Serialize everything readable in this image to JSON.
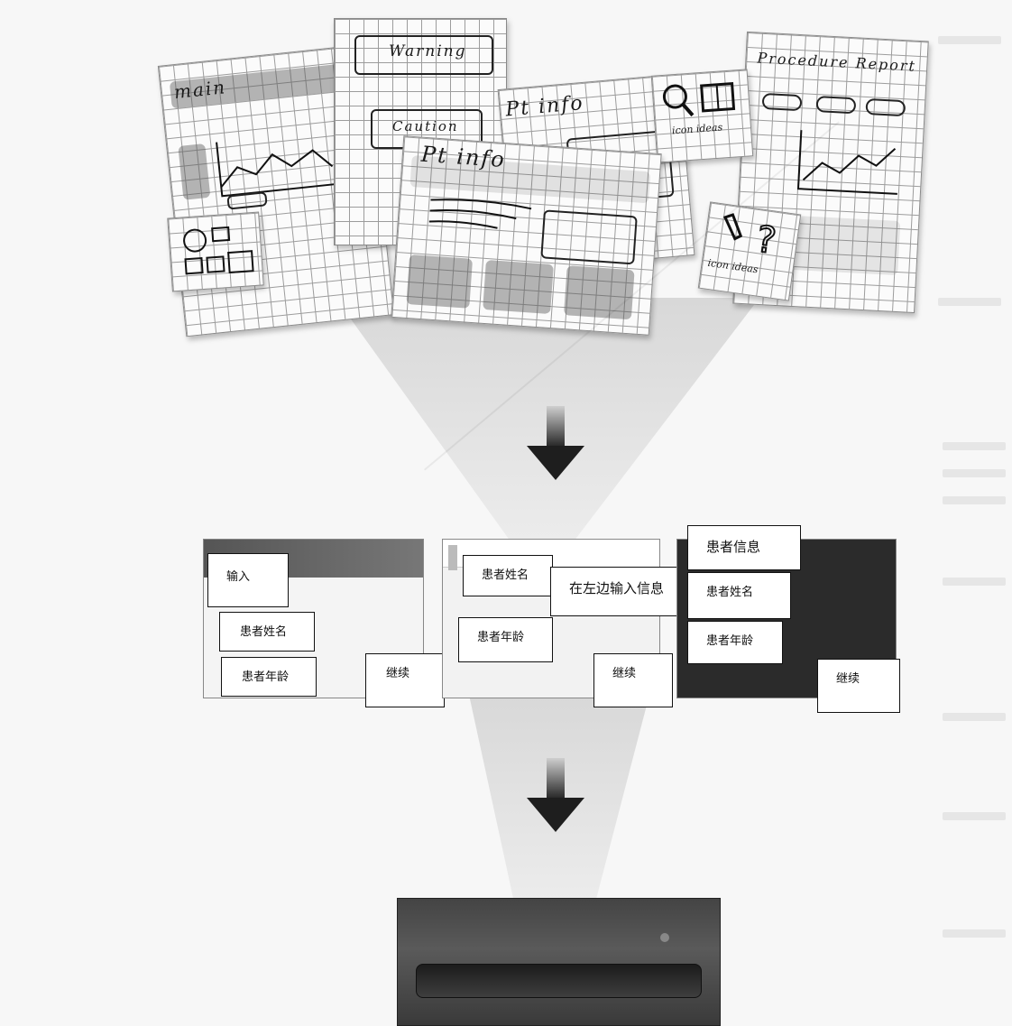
{
  "sketches": {
    "main_label": "main",
    "warning_label": "Warning",
    "caution_label": "Caution",
    "pt_info_back_label": "Pt info",
    "pt_info_front_label": "Pt info",
    "icon_ideas_label_1": "icon ideas",
    "icon_ideas_label_2": "icon ideas",
    "procedure_report_label": "Procedure Report"
  },
  "wireframes": {
    "panel_1": {
      "title": "输入",
      "field_name": "患者姓名",
      "field_age": "患者年龄",
      "continue": "继续"
    },
    "panel_2": {
      "field_name": "患者姓名",
      "instruction": "在左边输入信息",
      "field_age": "患者年龄",
      "continue": "继续"
    },
    "panel_3": {
      "title": "患者信息",
      "field_name": "患者姓名",
      "field_age": "患者年龄",
      "continue": "继续"
    }
  },
  "colors": {
    "funnel": "#dcdcdc",
    "panel_dark": "#2b2b2b",
    "panel_light": "#f2f2f2"
  }
}
